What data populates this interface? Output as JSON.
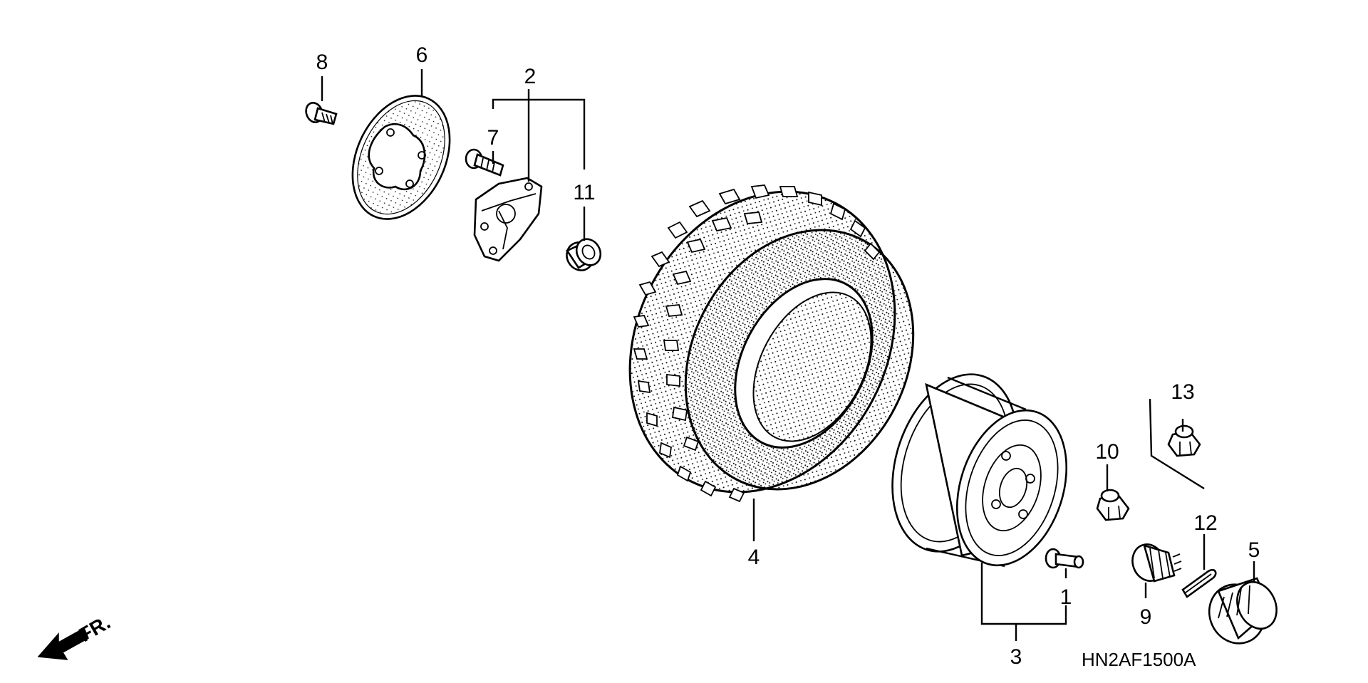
{
  "diagram": {
    "code": "HN2AF1500A",
    "direction_label": "FR.",
    "callouts": {
      "c1": "1",
      "c2": "2",
      "c3": "3",
      "c4": "4",
      "c5": "5",
      "c6": "6",
      "c7": "7",
      "c8": "8",
      "c9": "9",
      "c10": "10",
      "c11": "11",
      "c12": "12",
      "c13": "13"
    }
  }
}
